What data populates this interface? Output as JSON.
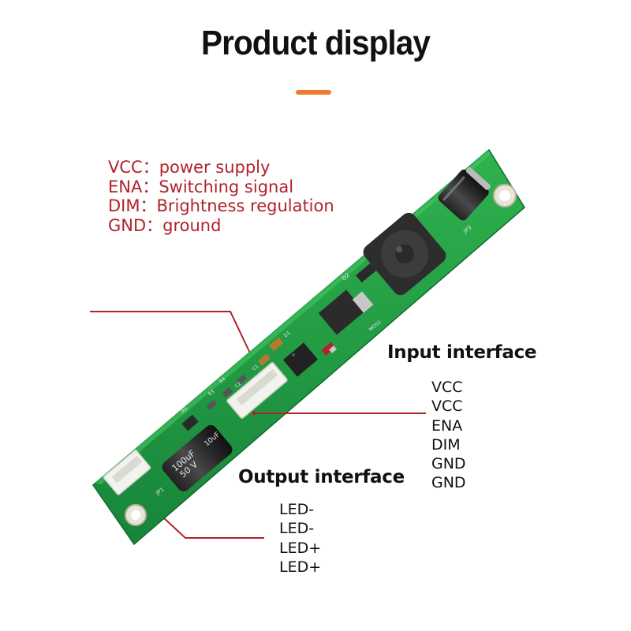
{
  "title": "Product display",
  "accent_color": "#f07a30",
  "legend": [
    "VCC：power supply",
    "ENA：Switching signal",
    "DIM：Brightness regulation",
    "GND：ground"
  ],
  "input_interface": {
    "heading": "Input interface",
    "pins": [
      "VCC",
      "VCC",
      "ENA",
      "DIM",
      "GND",
      "GND"
    ]
  },
  "output_interface": {
    "heading": "Output interface",
    "pins": [
      "LED-",
      "LED-",
      "LED+",
      "LED+"
    ]
  },
  "board": {
    "capacitor_large": [
      "100uF",
      "50 V"
    ],
    "capacitor_small": [
      "10uF"
    ],
    "silkscreen": [
      "JP3",
      "JP1",
      "D2",
      "MOS1",
      "D1",
      "C1",
      "C2",
      "R3",
      "R4",
      "R5"
    ],
    "board_color": "#1f9a3e",
    "leader_color": "#b0232a"
  }
}
